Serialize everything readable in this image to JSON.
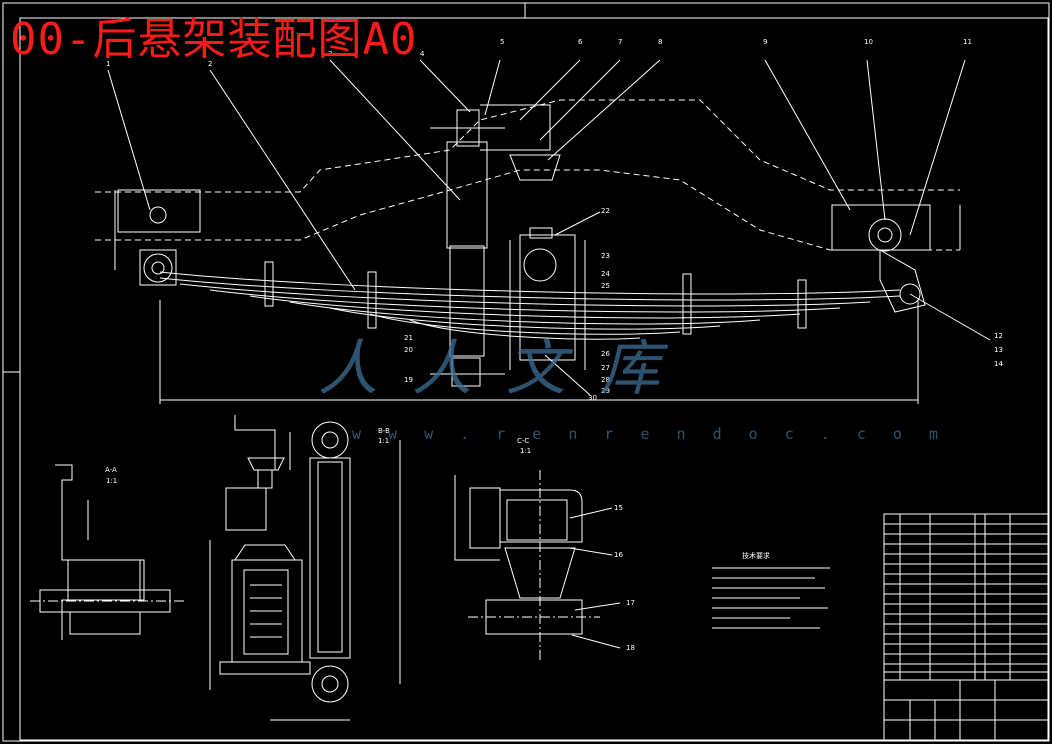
{
  "title": "00-后悬架装配图A0",
  "watermark": {
    "brand": "人人文库",
    "url": "w w w . r e n r e n d o c . c o m"
  },
  "colors": {
    "background": "#000000",
    "line": "#ffffff",
    "title": "#ff1a1a",
    "watermark": "#3d6f96"
  },
  "section_labels": {
    "aa": "A-A",
    "bb": "B-B",
    "cc": "C-C",
    "scale": "1:1"
  },
  "callouts": [
    "1",
    "2",
    "3",
    "4",
    "5",
    "6",
    "7",
    "8",
    "9",
    "10",
    "11",
    "12",
    "13",
    "14",
    "15",
    "16",
    "17",
    "18",
    "19",
    "20",
    "21",
    "22",
    "23",
    "24",
    "25",
    "26",
    "27",
    "28",
    "29",
    "30"
  ],
  "tech_req_heading": "技术要求"
}
